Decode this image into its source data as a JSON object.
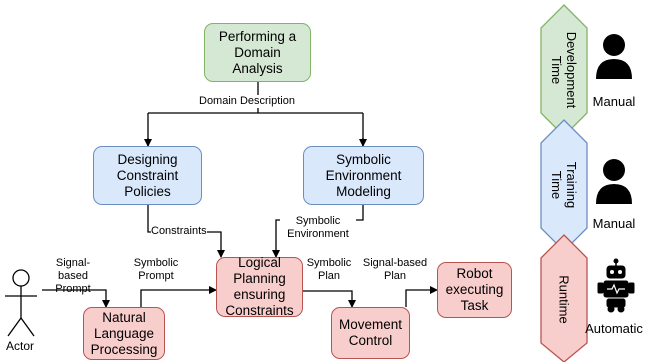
{
  "boxes": {
    "domain_analysis": "Performing a Domain Analysis",
    "constraint_policies": "Designing Constraint Policies",
    "environment_modeling": "Symbolic Environment Modeling",
    "logical_planning": "Logical Planning ensuring Constraints",
    "nlp": "Natural Language Processing",
    "movement_control": "Movement Control",
    "robot_task": "Robot executing Task"
  },
  "edge_labels": {
    "domain_description": "Domain Description",
    "constraints": "Constraints",
    "symbolic_environment": "Symbolic Environment",
    "signal_prompt": "Signal-based Prompt",
    "symbolic_prompt": "Symbolic Prompt",
    "symbolic_plan": "Symbolic Plan",
    "signal_plan": "Signal-based Plan"
  },
  "actor_label": "Actor",
  "phases": [
    {
      "label": "Development Time",
      "mode": "Manual",
      "icon": "person-icon",
      "color": "#d5e8d4",
      "border": "#82b366"
    },
    {
      "label": "Training Time",
      "mode": "Manual",
      "icon": "person-icon",
      "color": "#dae8fc",
      "border": "#6c8ebf"
    },
    {
      "label": "Runtime",
      "mode": "Automatic",
      "icon": "robot-icon",
      "color": "#f8cecc",
      "border": "#b85450"
    }
  ]
}
